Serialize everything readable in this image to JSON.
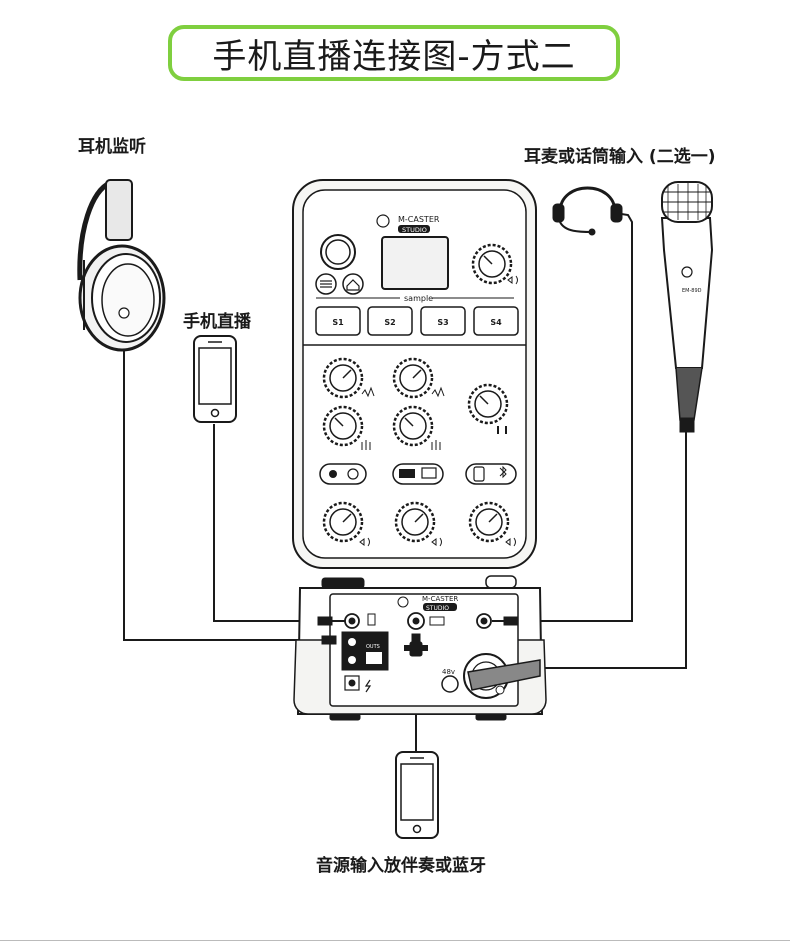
{
  "title": "手机直播连接图-方式二",
  "labels": {
    "headphones": "耳机监听",
    "phone_live": "手机直播",
    "mic_input": "耳麦或话筒输入 (二选一)",
    "audio_source": "音源输入放伴奏或蓝牙"
  },
  "device": {
    "brand": "M-CASTER",
    "model": "STUDIO",
    "sample_label": "sample",
    "pads": [
      "S1",
      "S2",
      "S3",
      "S4"
    ],
    "outs_label": "OUTS",
    "phantom_label": "48v"
  },
  "mic_brand": "EM-89D",
  "colors": {
    "accent_green": "#7fcf3f",
    "line": "#1a1a1a",
    "device_fill": "#f4f4f2"
  }
}
